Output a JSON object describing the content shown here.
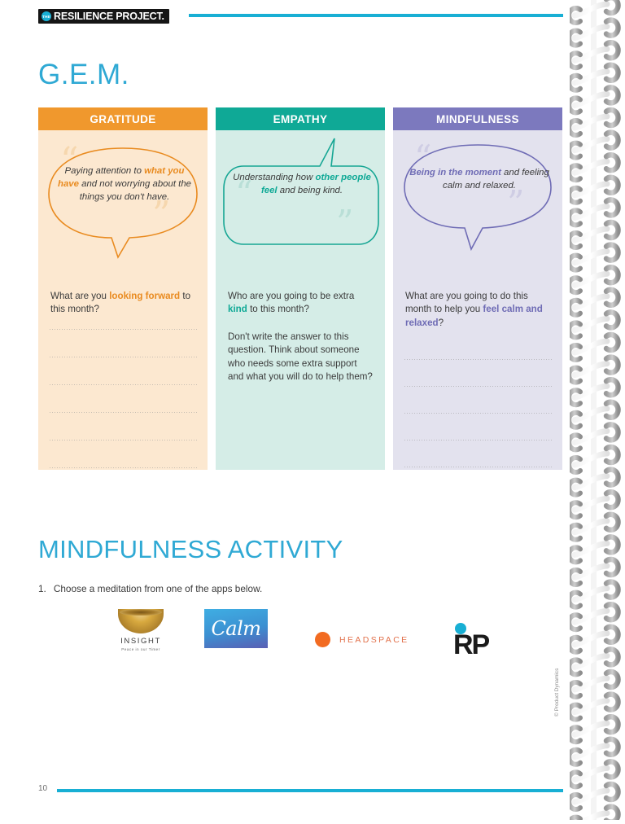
{
  "brand": {
    "logo_badge": "THE",
    "logo_text": "RESILIENCE PROJECT.",
    "accent_cyan": "#18AFD4",
    "heading_blue": "#2FA9D4"
  },
  "page_title": "G.E.M.",
  "columns": [
    {
      "key": "gratitude",
      "header": "GRATITUDE",
      "header_color": "#F0982D",
      "body_color": "#FCE8D0",
      "quote_prefix": "Paying attention to ",
      "quote_bold": "what you have",
      "quote_suffix": " and not worrying about the things you don't have.",
      "question_prefix": "What are you ",
      "question_bold": "looking forward",
      "question_suffix": " to this month?",
      "question_2": "",
      "line_count": 6
    },
    {
      "key": "empathy",
      "header": "EMPATHY",
      "header_color": "#0FA996",
      "body_color": "#D5EDE7",
      "quote_prefix": "Understanding how ",
      "quote_bold": "other people feel",
      "quote_suffix": " and being kind.",
      "question_prefix": "Who are you going to be extra ",
      "question_bold": "kind",
      "question_suffix": " to this month?",
      "question_2": "Don't write the answer to this question. Think about someone who needs some extra support and what you will do to help them?",
      "line_count": 0
    },
    {
      "key": "mindfulness",
      "header": "MINDFULNESS",
      "header_color": "#7C79BE",
      "body_color": "#E3E2EE",
      "quote_prefix": "",
      "quote_bold": "Being in the moment",
      "quote_suffix": " and feeling calm and relaxed.",
      "question_prefix": "What are you going to do this month to help you ",
      "question_bold": "feel calm and relaxed",
      "question_suffix": "?",
      "question_2": "",
      "line_count": 5
    }
  ],
  "activity": {
    "title": "MINDFULNESS ACTIVITY",
    "item_number": "1.",
    "item_text": "Choose a meditation from one of the apps below.",
    "apps": [
      {
        "name": "INSIGHT",
        "tagline": "Peace in our Timer",
        "icon": "singing-bowl-icon"
      },
      {
        "name": "Calm",
        "icon": "calm-logo-icon"
      },
      {
        "name": "HEADSPACE",
        "icon": "headspace-dot-icon"
      },
      {
        "name": "RP",
        "icon": "rp-logo-icon"
      }
    ]
  },
  "footer": {
    "page_number": "10",
    "copyright": "© Product Dynamics"
  }
}
